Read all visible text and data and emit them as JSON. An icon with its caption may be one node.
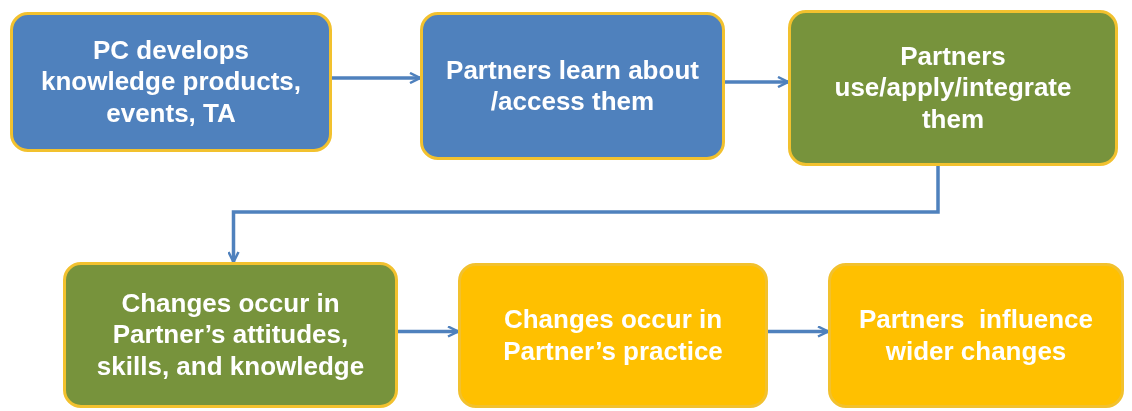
{
  "diagram": {
    "nodes": [
      {
        "text": [
          "PC develops knowledge products, events, TA"
        ]
      },
      {
        "text": [
          "Partners learn about /access them"
        ]
      },
      {
        "text": [
          "Partners use/apply/integrate them"
        ]
      },
      {
        "text": [
          "Changes occur in Partner’s attitudes, skills, and knowledge"
        ]
      },
      {
        "text": [
          "Changes occur in Partner’s practice"
        ]
      },
      {
        "text": [
          "Partners  influence wider changes"
        ]
      }
    ],
    "edges": [
      {
        "from": 0,
        "to": 1,
        "arrow": "to"
      },
      {
        "from": 1,
        "to": 2,
        "arrow": "to"
      },
      {
        "from": 2,
        "to": 3,
        "arrow": "to"
      },
      {
        "from": 3,
        "to": 4,
        "arrow": "to"
      },
      {
        "from": 4,
        "to": 5,
        "arrow": "to"
      }
    ]
  }
}
